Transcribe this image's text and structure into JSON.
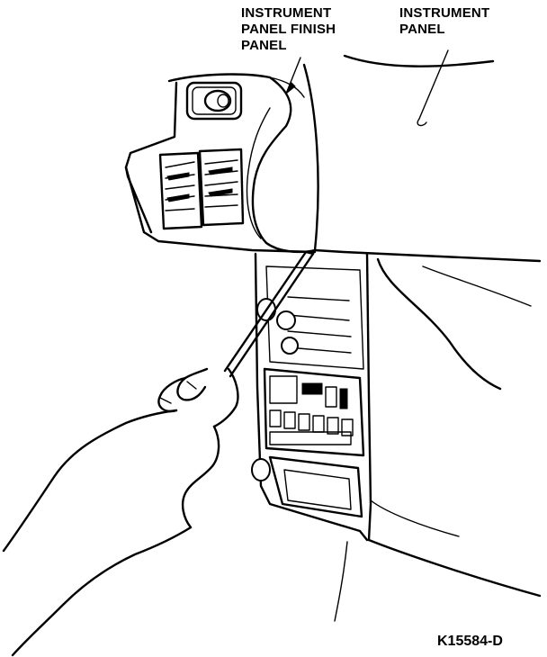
{
  "callouts": {
    "instrument_panel_finish_panel": [
      "INSTRUMENT",
      "PANEL FINISH",
      "PANEL"
    ],
    "instrument_panel": [
      "INSTRUMENT",
      "PANEL"
    ]
  },
  "figure_id": "K15584-D"
}
